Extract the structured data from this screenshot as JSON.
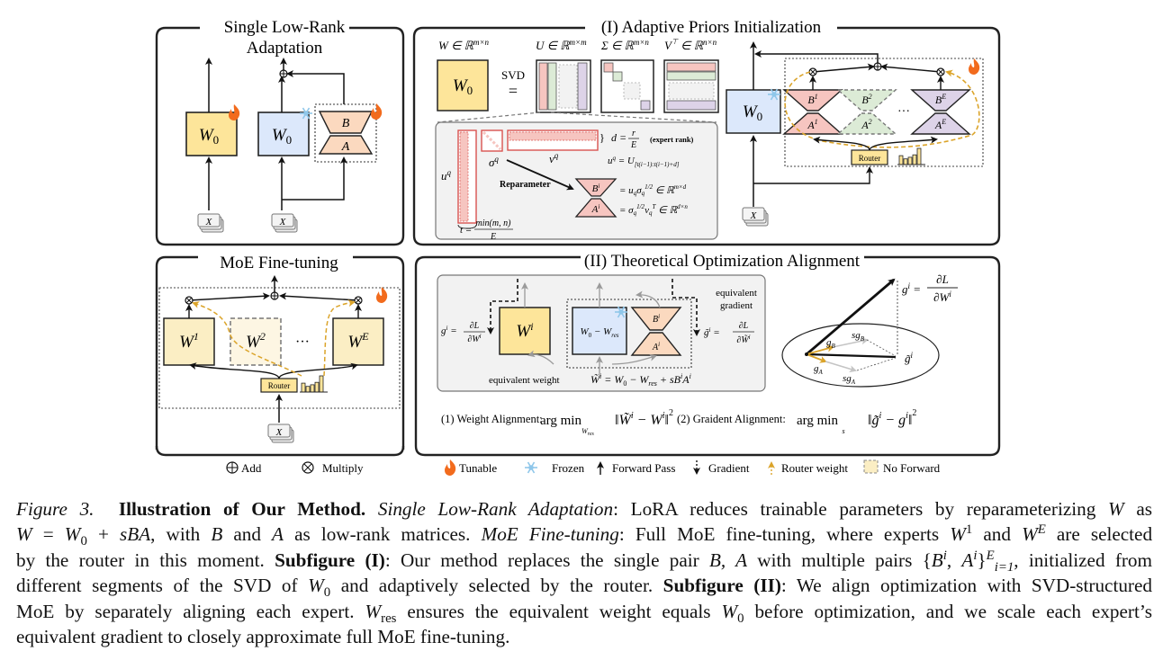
{
  "panels": {
    "single_lora": {
      "title_line1": "Single Low-Rank",
      "title_line2": "Adaptation",
      "left_block": "W",
      "left_block_sub": "0",
      "right_block": "W",
      "right_block_sub": "0",
      "lora_b": "B",
      "lora_a": "A",
      "input": "X"
    },
    "adaptive_priors": {
      "title": "(I) Adaptive Priors Initialization",
      "w_label": "W ∈ ℝ",
      "w_dims": "m×n",
      "u_label": "U ∈ ℝ",
      "u_dims": "m×m",
      "sigma_label": "Σ ∈ ℝ",
      "sigma_dims": "m×n",
      "v_label": "V",
      "v_label_rest": " ∈ ℝ",
      "v_dims": "n×n",
      "svd_label": "SVD",
      "equals": "=",
      "w0": "W",
      "w0_sub": "0",
      "detail": {
        "uq": "u",
        "uq_sup": "q",
        "sigma_q": "σ",
        "sigma_q_sup": "q",
        "vq": "v",
        "vq_sup": "q",
        "d_eq": "d = ",
        "d_num": "r",
        "d_den": "E",
        "expert_rank": "(expert rank)",
        "uq_eq": "u",
        "uq_eq_rest": " = U",
        "uq_eq_sub": "[t(i−1):t(i−1)+d]",
        "reparameter": "Reparameter",
        "b_label": "B",
        "a_label": "A",
        "i_sup": "i",
        "b_eq": "= u",
        "b_eq_rest": "σ",
        "b_eq_tail": " ∈ ℝ",
        "b_dims": "m×d",
        "a_eq": "= σ",
        "a_eq_rest": "v",
        "a_eq_tail": " ∈ ℝ",
        "a_dims": "d×n",
        "half": "1/2",
        "q_sub": "q",
        "T_sup": "T",
        "t_eq": "t = ",
        "t_num": "min(m, n)",
        "t_den": "E"
      },
      "moe": {
        "w0": "W",
        "w0_sub": "0",
        "experts": [
          {
            "b": "B",
            "a": "A",
            "sup": "1",
            "color": "#f6c5c0",
            "active": true
          },
          {
            "b": "B",
            "a": "A",
            "sup": "2",
            "color": "#dcebd6",
            "active": false
          },
          {
            "b": "B",
            "a": "A",
            "sup": "E",
            "color": "#ddd3e8",
            "active": true
          }
        ],
        "ellipsis": "···",
        "router": "Router",
        "input": "X",
        "router_weights": [
          0.55,
          0.35,
          0.45,
          0.6,
          1.0
        ]
      }
    },
    "moe_finetuning": {
      "title": "MoE Fine-tuning",
      "experts": [
        {
          "label": "W",
          "sup": "1",
          "active": true
        },
        {
          "label": "W",
          "sup": "2",
          "active": false
        },
        {
          "label": "W",
          "sup": "E",
          "active": true
        }
      ],
      "ellipsis": "···",
      "router": "Router",
      "input": "X",
      "router_weights": [
        0.55,
        0.35,
        0.45,
        0.6,
        1.0
      ]
    },
    "optimization_alignment": {
      "title": "(II) Theoretical Optimization Alignment",
      "gi_left": "g",
      "gi_left_rest": " = ",
      "gi_num": "∂L",
      "gi_den": "∂W",
      "wi": "W",
      "wi_sup": "i",
      "w0_minus_wres": "W",
      "w0_minus_wres_tail": " − W",
      "res_sub": "res",
      "b": "B",
      "a": "A",
      "equivalent_gradient_line1": "equivalent",
      "equivalent_gradient_line2": "gradient",
      "gtilde": "g̃",
      "gtilde_num": "∂L",
      "gtilde_den": "∂W̃",
      "equivalent_weight_label": "equivalent weight",
      "equivalent_weight_eq": "W̃",
      "equivalent_weight_eq_rest": " = W",
      "equivalent_weight_eq_rest2": " − W",
      "equivalent_weight_eq_rest3": " + sB",
      "equivalent_weight_eq_rest4": "A",
      "vector_g": "g",
      "vector_gtilde": "g̃",
      "vector_gB": "g",
      "vector_gA": "g",
      "vector_sgB": "sg",
      "vector_sgA": "sg",
      "sub_B": "B",
      "sub_A": "A",
      "weight_alignment_label": "(1) Weight Alignment:",
      "gradient_alignment_label": "(2) Graident Alignment:",
      "argmin": "arg min",
      "weight_argmin_sub": "W",
      "gradient_argmin_sub": "s",
      "weight_norm": "‖W̃",
      "weight_norm_mid": " − W",
      "gradient_norm": "‖g̃",
      "gradient_norm_mid": " − g",
      "norm_close": "‖",
      "sq": "2"
    }
  },
  "legend": [
    {
      "icon": "add-icon",
      "label": "Add"
    },
    {
      "icon": "multiply-icon",
      "label": "Multiply"
    },
    {
      "icon": "flame-icon",
      "label": "Tunable"
    },
    {
      "icon": "snowflake-icon",
      "label": "Frozen"
    },
    {
      "icon": "forward-arrow-icon",
      "label": "Forward Pass"
    },
    {
      "icon": "gradient-arrow-icon",
      "label": "Gradient"
    },
    {
      "icon": "router-weight-arrow-icon",
      "label": "Router weight"
    },
    {
      "icon": "no-forward-icon",
      "label": "No Forward"
    }
  ],
  "colors": {
    "tunable_yellow": "#fde59a",
    "frozen_blue": "#dce8fb",
    "lora_peach": "#fbd9bf",
    "pink": "#f6c5c0",
    "green": "#dcebd6",
    "purple": "#ddd3e8",
    "router_dash": "#dba42a",
    "flame": "#f26b1d",
    "snow": "#8fc7ea",
    "panel_gray": "#f2f2f2",
    "expert_bg": "#fbeec4"
  },
  "caption": {
    "fig_label": "Figure 3.",
    "title": "Illustration of Our Method.",
    "l1_a": "Single Low-Rank Adaptation",
    "l1_b": ": LoRA reduces trainable parameters by reparameterizing ",
    "l1_c": "W",
    "l1_d": " as",
    "l2_a": "W",
    "l2_b": " = ",
    "l2_c": "W",
    "l2_c_sub": "0",
    "l2_d": " + ",
    "l2_e": "sBA",
    "l2_f": ", with ",
    "l2_g": "B",
    "l2_h": " and ",
    "l2_i": "A",
    "l2_j": " as low-rank matrices. ",
    "l2_k": "MoE Fine-tuning",
    "l2_l": ": Full MoE fine-tuning, where experts ",
    "l2_m": "W",
    "l2_m_sup": "1",
    "l2_n": " and ",
    "l2_o": "W",
    "l2_o_sup": "E",
    "l2_p": " are selected",
    "l3_a": "by the router in this moment. ",
    "l3_b": "Subfigure (I)",
    "l3_c": ": Our method replaces the single pair ",
    "l3_d": "B, A",
    "l3_e": " with multiple pairs {",
    "l3_f": "B",
    "l3_f_sup": "i",
    "l3_g": ", ",
    "l3_h": "A",
    "l3_h_sup": "i",
    "l3_i": "}",
    "l3_i_sup": "E",
    "l3_i_sub": "i=1",
    "l3_j": ", initialized from",
    "l4_a": "different segments of the SVD of ",
    "l4_b": "W",
    "l4_b_sub": "0",
    "l4_c": " and adaptively selected by the router. ",
    "l4_d": "Subfigure (II)",
    "l4_e": ": We align optimization with SVD-structured",
    "l5_a": "MoE by separately aligning each expert. ",
    "l5_b": "W",
    "l5_b_sub": "res",
    "l5_c": " ensures the equivalent weight equals ",
    "l5_d": "W",
    "l5_d_sub": "0",
    "l5_e": " before optimization, and we scale each expert’s",
    "l6": "equivalent gradient to closely approximate full MoE fine-tuning."
  }
}
